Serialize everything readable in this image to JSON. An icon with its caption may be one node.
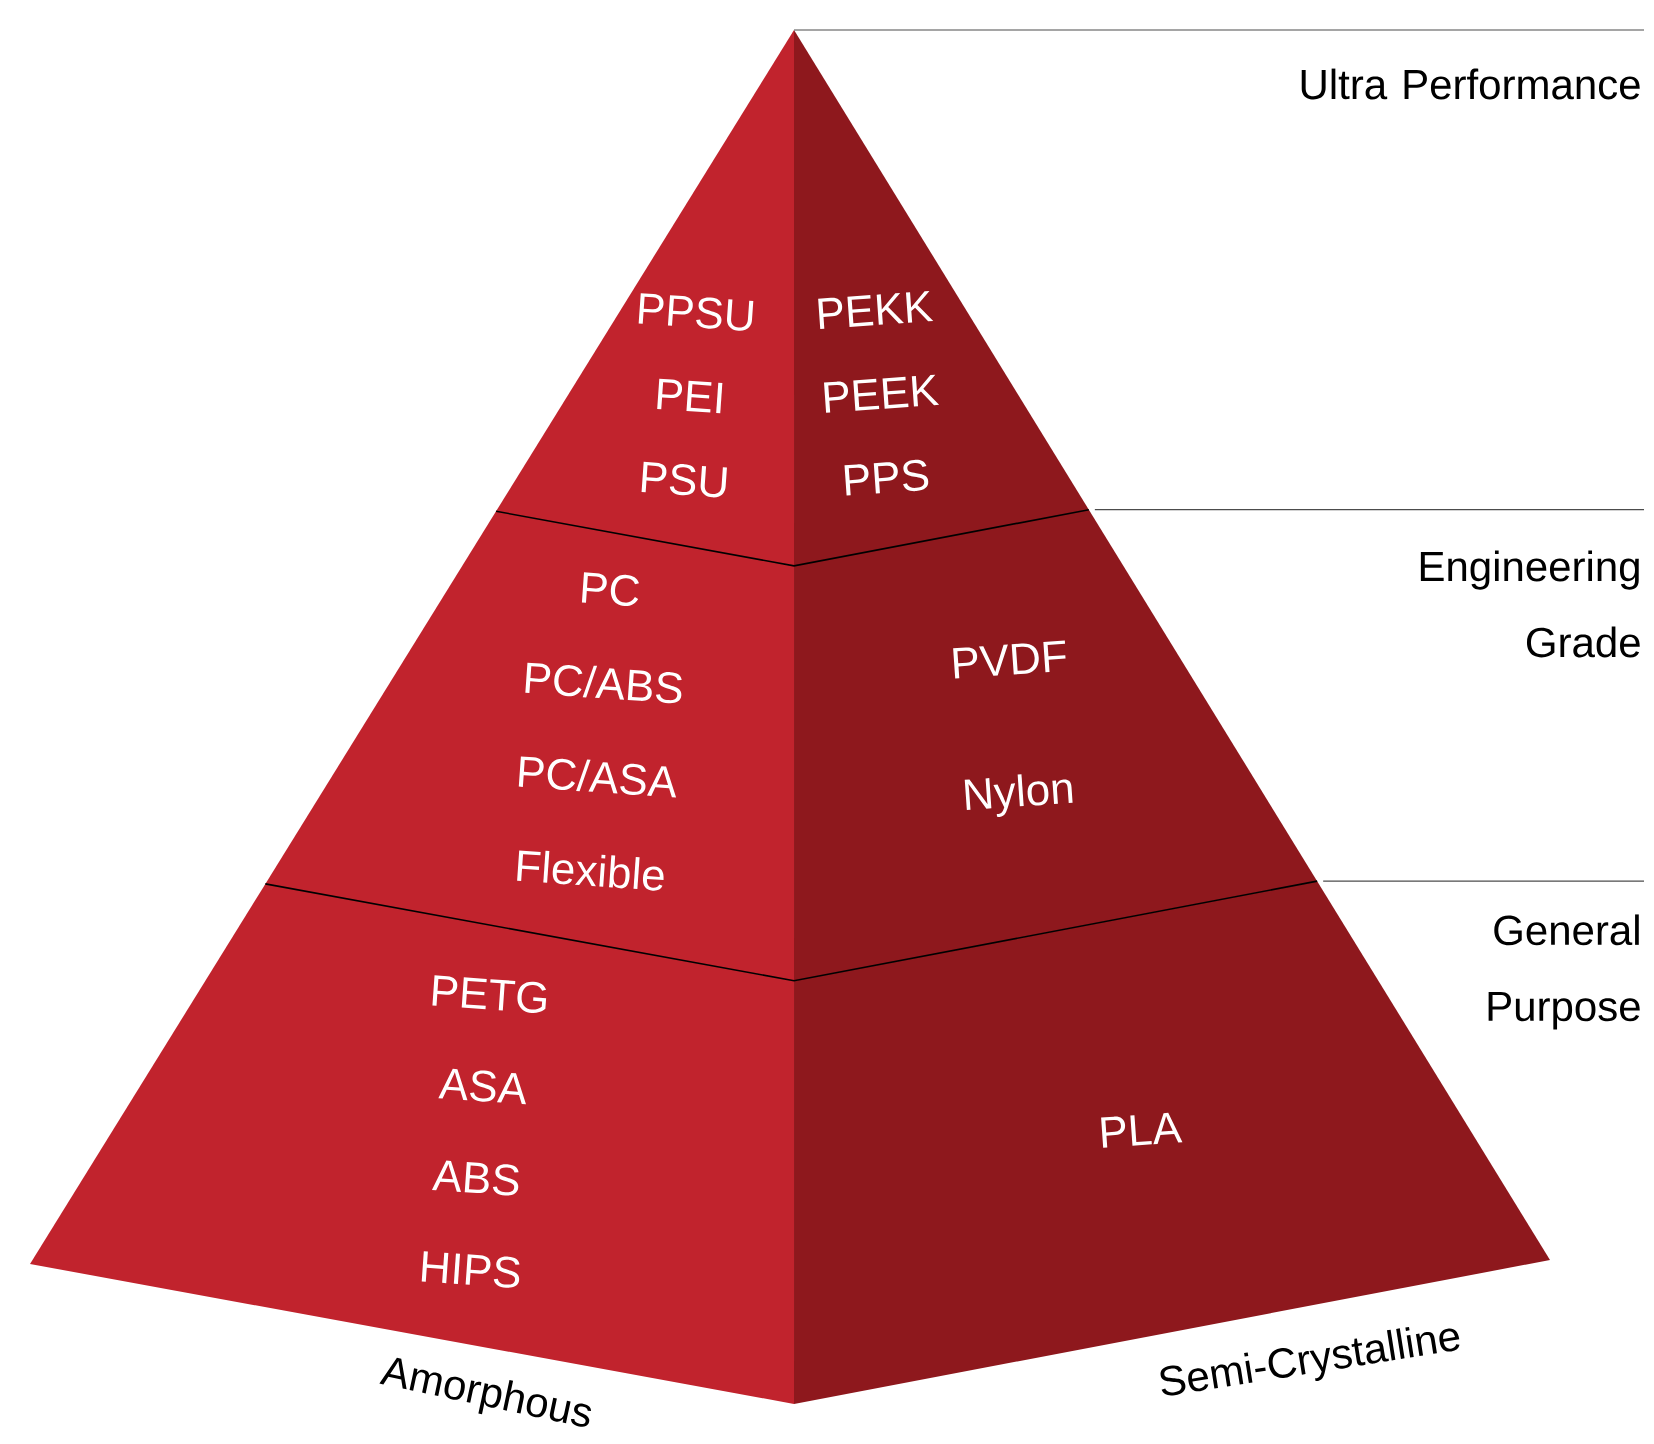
{
  "diagram": {
    "nodes": [
      {
        "text": [
          "PPSU",
          "PEI",
          "PSU"
        ]
      },
      {
        "text": [
          "PEKK",
          "PEEK",
          "PPS"
        ]
      },
      {
        "text": [
          "PC",
          "PC/ABS",
          "PC/ASA",
          "Flexible"
        ]
      },
      {
        "text": [
          "PVDF",
          "Nylon"
        ]
      },
      {
        "text": [
          "PETG",
          "ASA",
          "ABS",
          "HIPS"
        ]
      },
      {
        "text": [
          "PLA"
        ]
      }
    ],
    "labels": [
      "Ultra Performance",
      "Engineering Grade",
      "General Purpose",
      "Amorphous",
      "Semi-Crystalline"
    ]
  }
}
